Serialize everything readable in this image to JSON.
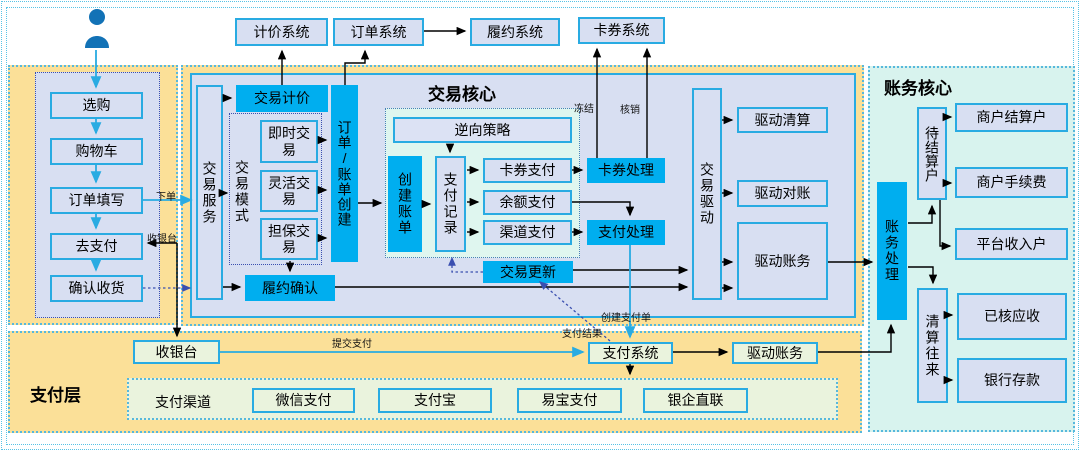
{
  "colors": {
    "accent_cyan": "#29ABE2",
    "bright_cyan": "#00AEEF",
    "lavender": "#D8DFF2",
    "yellow": "#FBE098",
    "mint": "#DFF6EF",
    "panel_mint": "#D8F3EE",
    "green": "#EAF3DD",
    "navy": "#3A4FB0",
    "user_icon_blue": "#1272B6",
    "arrow_black": "#000000"
  },
  "top": {
    "systems": [
      "计价系统",
      "订单系统",
      "履约系统",
      "卡券系统"
    ]
  },
  "consumer": {
    "steps": [
      "选购",
      "购物车",
      "订单填写",
      "去支付",
      "确认收货"
    ]
  },
  "trade_core": {
    "title": "交易核心",
    "service": "交易服务",
    "pricing": "交易计价",
    "mode_label": "交易模式",
    "modes": [
      "即时交易",
      "灵活交易",
      "担保交易"
    ],
    "order_create": "订单/账单创建",
    "fulfill_confirm": "履约确认",
    "reverse_strategy": "逆向策略",
    "create_bill": "创建账单",
    "pay_record": "支付记录",
    "pay_methods": [
      "卡券支付",
      "余额支付",
      "渠道支付"
    ],
    "card_process": "卡券处理",
    "pay_process": "支付处理",
    "trade_update": "交易更新",
    "trade_drive": "交易驱动",
    "drive_clearing": "驱动清算",
    "drive_recon": "驱动对账",
    "drive_accounting": "驱动账务"
  },
  "account_core": {
    "title": "账务核心",
    "accounting_process": "账务处理",
    "pending_settle": "待结算户",
    "merchant_settle": "商户结算户",
    "merchant_fee": "商户手续费",
    "platform_income": "平台收入户",
    "clearing_current": "清算往来",
    "verified_receivable": "已核应收",
    "bank_deposit": "银行存款"
  },
  "pay_layer": {
    "title": "支付层",
    "cashier": "收银台",
    "pay_system": "支付系统",
    "drive_accounting": "驱动账务",
    "channels_label": "支付渠道",
    "channels": [
      "微信支付",
      "支付宝",
      "易宝支付",
      "银企直联"
    ]
  },
  "edge_labels": {
    "place_order": "下单",
    "cashier": "收银台",
    "freeze": "冻结",
    "writeoff": "核销",
    "create_pay_bill": "创建支付单",
    "pay_result": "支付结果",
    "submit_pay": "提交支付"
  }
}
